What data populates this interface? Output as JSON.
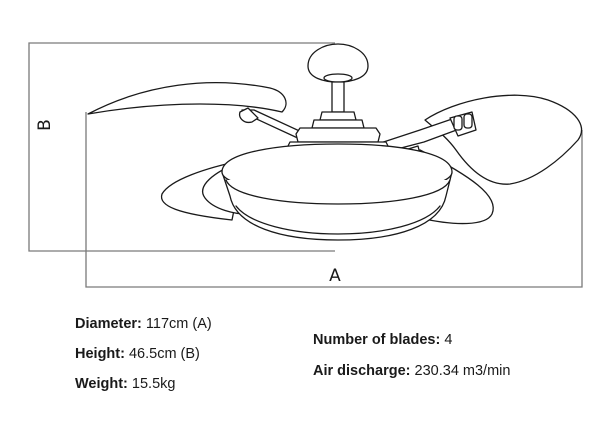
{
  "diagram": {
    "dimension_a": "A",
    "dimension_b": "B"
  },
  "specs": {
    "diameter": {
      "label": "Diameter:",
      "value": "117cm (A)"
    },
    "height": {
      "label": "Height:",
      "value": "46.5cm (B)"
    },
    "weight": {
      "label": "Weight:",
      "value": "15.5kg"
    },
    "blades": {
      "label": "Number of blades:",
      "value": "4"
    },
    "air": {
      "label": "Air discharge:",
      "value": "230.34 m3/min"
    }
  },
  "colors": {
    "line": "#1a1a1a",
    "dimension_line": "#7a7a7a"
  }
}
